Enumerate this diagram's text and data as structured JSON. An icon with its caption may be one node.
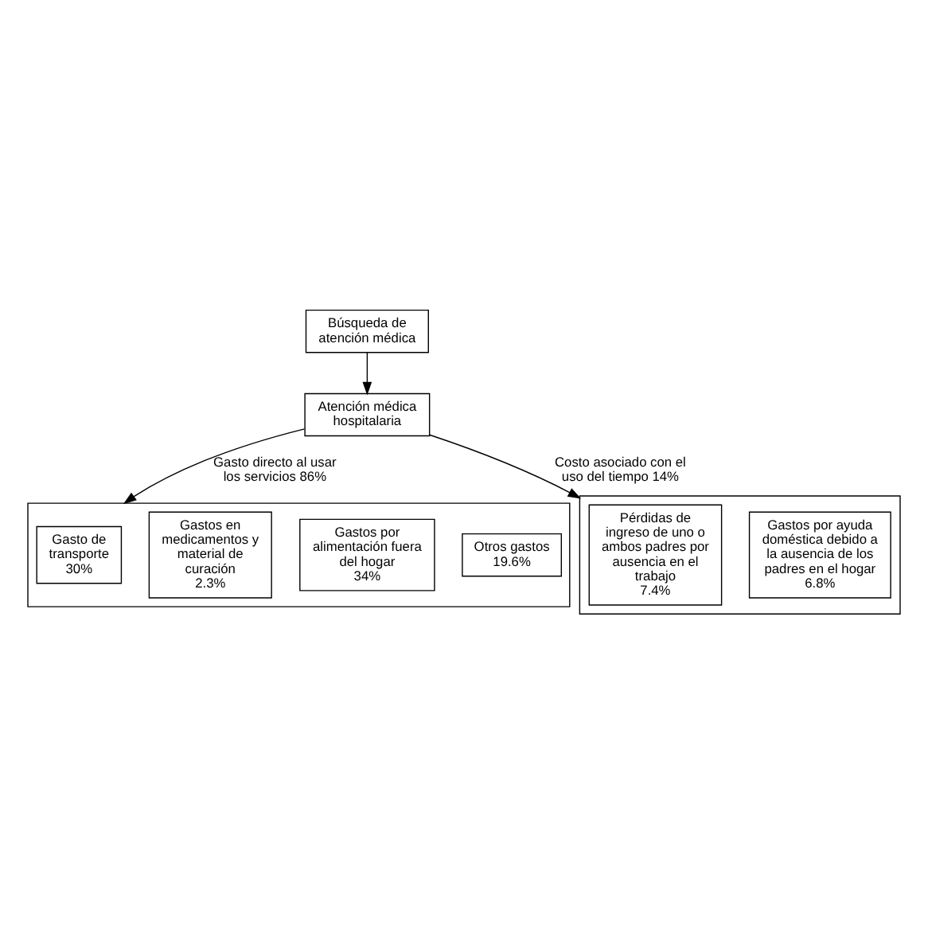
{
  "diagram": {
    "nodes": [
      {
        "text": [
          "Búsqueda de atención médica"
        ]
      },
      {
        "text": [
          "Atención médica hospitalaria"
        ]
      },
      {
        "text": [],
        "shape": "box"
      },
      {
        "text": [
          "Gasto de transporte",
          "30%"
        ],
        "in": 2
      },
      {
        "text": [
          "Gastos en medicamentos y material de curación",
          "2.3%"
        ],
        "in": 2
      },
      {
        "text": [
          "Gastos por alimentación fuera del hogar",
          "34%"
        ],
        "in": 2
      },
      {
        "text": [
          "Otros gastos",
          "19.6%"
        ],
        "in": 2
      },
      {
        "text": [],
        "shape": "box"
      },
      {
        "text": [
          "Pérdidas de ingreso de uno o ambos padres por ausencia en el trabajo",
          "7.4%"
        ],
        "in": 7
      },
      {
        "text": [
          "Gastos por ayuda doméstica debido a la ausencia de los padres en el hogar",
          "6.8%"
        ],
        "in": 7
      }
    ],
    "edges": [
      {
        "from": 0,
        "to": 1,
        "arrow": "to"
      },
      {
        "from": 1,
        "to": 2,
        "arrow": "to",
        "label": "Gasto directo al usar los servicios 86%"
      },
      {
        "from": 1,
        "to": 7,
        "arrow": "to",
        "label": "Costo asociado con el uso del tiempo 14%"
      }
    ]
  }
}
